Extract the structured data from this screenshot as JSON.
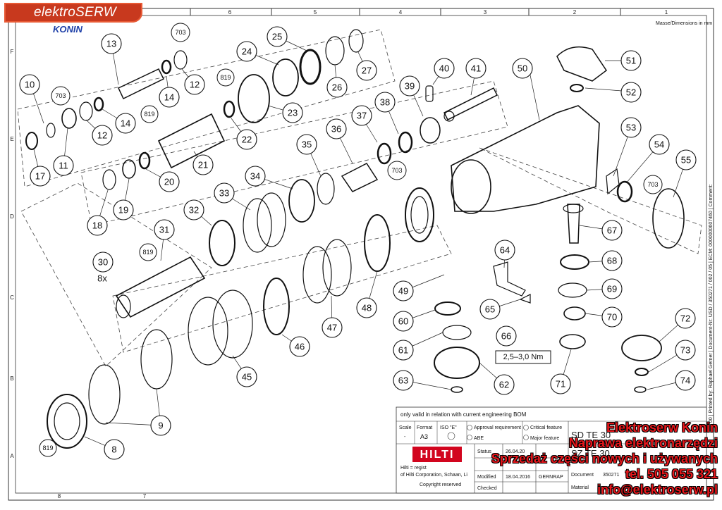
{
  "logo": {
    "brand": "elektroSERW",
    "city": "KONIN"
  },
  "sheet": {
    "units_note": "Masse/Dimensions in mm",
    "grid_columns": [
      "8",
      "7",
      "6",
      "5",
      "4",
      "3",
      "2",
      "1"
    ],
    "grid_rows": [
      "F",
      "E",
      "D",
      "C",
      "B",
      "A"
    ],
    "side_note": "00 | Printed by: Raphael Gerner | Document-Nr: USD / 350271 / 002 / 05 | ECM: 0000000607460 | Comment:"
  },
  "parts": {
    "p8": "8",
    "p9": "9",
    "p10": "10",
    "p11": "11",
    "p12a": "12",
    "p12b": "12",
    "p13": "13",
    "p14a": "14",
    "p14b": "14",
    "p17": "17",
    "p18": "18",
    "p19": "19",
    "p20": "20",
    "p21": "21",
    "p22": "22",
    "p23": "23",
    "p24": "24",
    "p25": "25",
    "p26": "26",
    "p27": "27",
    "p30": "30",
    "p31": "31",
    "p32": "32",
    "p33": "33",
    "p34": "34",
    "p35": "35",
    "p36": "36",
    "p37": "37",
    "p38": "38",
    "p39": "39",
    "p40": "40",
    "p41": "41",
    "p45": "45",
    "p46": "46",
    "p47": "47",
    "p48": "48",
    "p49": "49",
    "p50": "50",
    "p51": "51",
    "p52": "52",
    "p53": "53",
    "p54": "54",
    "p55": "55",
    "p60": "60",
    "p61": "61",
    "p62": "62",
    "p63": "63",
    "p64": "64",
    "p65": "65",
    "p66": "66",
    "p67": "67",
    "p68": "68",
    "p69": "69",
    "p70": "70",
    "p71": "71",
    "p72": "72",
    "p73": "73",
    "p74": "74",
    "r703a": "703",
    "r703b": "703",
    "r703c": "703",
    "r703d": "703",
    "r819a": "819",
    "r819b": "819",
    "r819c": "819",
    "r819d": "819",
    "qty8x": "8x"
  },
  "torque": "2,5–3,0 Nm",
  "title_block": {
    "validity": "only valid in relation with current engineering BOM",
    "scale_label": "Scale",
    "scale_value": "-",
    "format_label": "Format",
    "format_value": "A3",
    "iso_label": "ISO \"E\"",
    "approval": "Approval requirement",
    "critical": "Critical feature",
    "abe": "ABE",
    "major": "Major feature",
    "brand": "HILTI",
    "status_label": "Status",
    "status_date": "26.04.20",
    "modified_label": "Modified",
    "modified_date": "18.04.2016",
    "modified_by": "GERNRAP",
    "checked_label": "Checked",
    "document_label": "Document",
    "document_value": "350271",
    "material_label": "Material",
    "owner_line1": "Hilti = regist",
    "owner_line2": "of Hilti Corporation, Schaan, Li",
    "copyright": "Copyright reserved",
    "sd_line1": "SD TE 30",
    "sd_line2": "SZ TE 30"
  },
  "promo": {
    "line1": "Elektroserw Konin",
    "line2": "Naprawa elektronarzędzi",
    "line3": "Sprzedaż części nowych i używanych",
    "line4": "tel. 505 055 321",
    "line5": "info@elektroserw.pl"
  }
}
